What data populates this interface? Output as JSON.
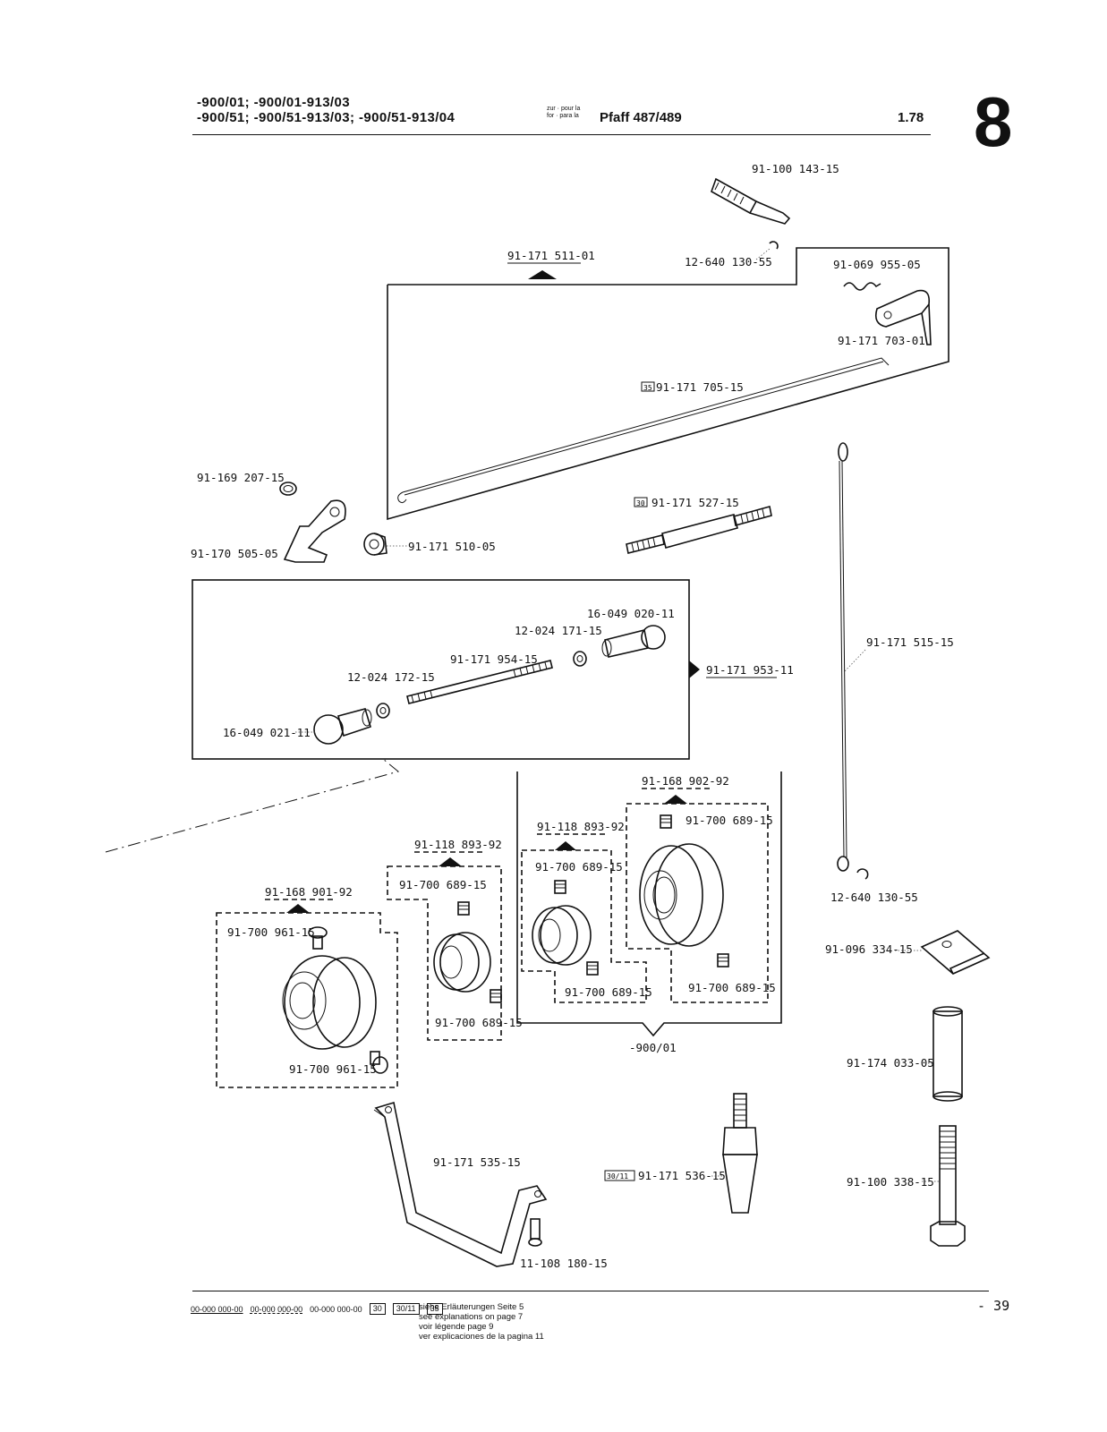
{
  "header": {
    "line1": "-900/01; -900/01-913/03",
    "line2": "-900/51; -900/51-913/03; -900/51-913/04",
    "zur_pour_la": "zur · pour la",
    "for_para_la": "for · para la",
    "model": "Pfaff 487/489",
    "date": "1.78",
    "section": "8"
  },
  "parts": {
    "p01": "91-100 143-15",
    "p02": "12-640 130-55",
    "p03": "91-171 511-01",
    "p04": "91-069 955-05",
    "p05": "91-171 703-01",
    "p06": "91-171 705-15",
    "p06_box": "35",
    "p07": "91-169 207-15",
    "p08": "91-170 505-05",
    "p09": "91-171 510-05",
    "p10": "91-171 527-15",
    "p10_box": "30",
    "p11": "16-049 020-11",
    "p12": "12-024 171-15",
    "p13": "91-171 954-15",
    "p14": "12-024 172-15",
    "p15": "16-049 021-11",
    "p16": "91-171 953-11",
    "p17": "91-171 515-15",
    "p18": "91-168 902-92",
    "p19": "91-700 689-15",
    "p20": "91-118 893-92",
    "p21": "91-700 689-15",
    "p22": "91-118 893-92",
    "p23": "91-700 689-15",
    "p24": "91-700 689-15",
    "p25": "91-700 689-15",
    "p26": "91-168 901-92",
    "p27": "91-700 961-15",
    "p28": "91-700 689-15",
    "p29": "91-700 961-15",
    "p30": "-900/01",
    "p31": "12-640 130-55",
    "p32": "91-096 334-15",
    "p33": "91-174 033-05",
    "p34": "91-171 535-15",
    "p35": "91-171 536-15",
    "p35_box": "30/11",
    "p36": "11-108 180-15",
    "p37": "91-100 338-15"
  },
  "footer": {
    "code1": "00-000 000-00",
    "code2": "00-000 000-00",
    "code3": "00-000 000-00",
    "box1": "30",
    "box2": "30/11",
    "box3": "35",
    "expl_de": "siehe Erläuterungen Seite 5",
    "expl_en": "see explanations on page 7",
    "expl_fr": "voir légende page 9",
    "expl_es": "ver explicaciones de la pagina 11",
    "page": "- 39"
  }
}
